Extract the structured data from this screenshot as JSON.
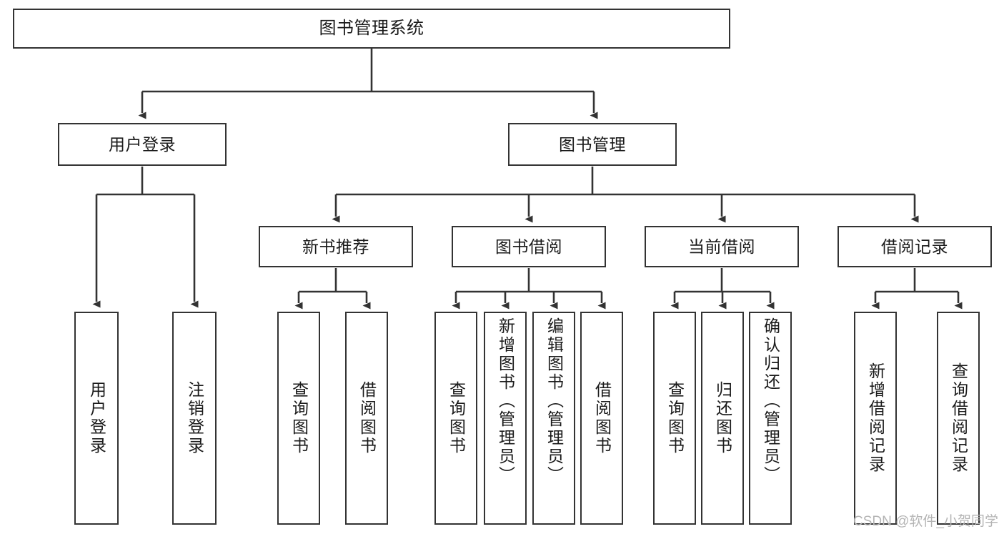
{
  "diagram": {
    "title": "图书管理系统",
    "type": "hierarchy-tree",
    "orientation": "top-down",
    "colors": {
      "box_border": "#333333",
      "box_fill": "#ffffff",
      "connector": "#333333",
      "text": "#1a1a1a",
      "watermark": "#b4b4b4"
    },
    "root": {
      "id": "root",
      "label": "图书管理系统",
      "level": 1,
      "text_orientation": "horizontal"
    },
    "level2": [
      {
        "id": "user-login",
        "label": "用户登录",
        "level": 2,
        "text_orientation": "horizontal"
      },
      {
        "id": "book-management",
        "label": "图书管理",
        "level": 2,
        "text_orientation": "horizontal"
      }
    ],
    "level3": [
      {
        "id": "new-book-recommend",
        "label": "新书推荐",
        "level": 3,
        "parent": "book-management",
        "text_orientation": "horizontal"
      },
      {
        "id": "book-borrow",
        "label": "图书借阅",
        "level": 3,
        "parent": "book-management",
        "text_orientation": "horizontal"
      },
      {
        "id": "current-borrow",
        "label": "当前借阅",
        "level": 3,
        "parent": "book-management",
        "text_orientation": "horizontal"
      },
      {
        "id": "borrow-record",
        "label": "借阅记录",
        "level": 3,
        "parent": "book-management",
        "text_orientation": "horizontal"
      }
    ],
    "leaves": [
      {
        "id": "leaf-user-login",
        "label": "用户登录",
        "parent": "user-login",
        "text_orientation": "vertical"
      },
      {
        "id": "leaf-user-logout",
        "label": "注销登录",
        "parent": "user-login",
        "text_orientation": "vertical"
      },
      {
        "id": "leaf-query-book-1",
        "label": "查询图书",
        "parent": "new-book-recommend",
        "text_orientation": "vertical"
      },
      {
        "id": "leaf-borrow-book-1",
        "label": "借阅图书",
        "parent": "new-book-recommend",
        "text_orientation": "vertical"
      },
      {
        "id": "leaf-query-book-2",
        "label": "查询图书",
        "parent": "book-borrow",
        "text_orientation": "vertical"
      },
      {
        "id": "leaf-add-book-admin",
        "label": "新增图书（管理员）",
        "parent": "book-borrow",
        "text_orientation": "vertical"
      },
      {
        "id": "leaf-edit-book-admin",
        "label": "编辑图书（管理员）",
        "parent": "book-borrow",
        "text_orientation": "vertical"
      },
      {
        "id": "leaf-borrow-book-2",
        "label": "借阅图书",
        "parent": "book-borrow",
        "text_orientation": "vertical"
      },
      {
        "id": "leaf-query-book-3",
        "label": "查询图书",
        "parent": "current-borrow",
        "text_orientation": "vertical"
      },
      {
        "id": "leaf-return-book",
        "label": "归还图书",
        "parent": "current-borrow",
        "text_orientation": "vertical"
      },
      {
        "id": "leaf-confirm-return-admin",
        "label": "确认归还（管理员）",
        "parent": "current-borrow",
        "text_orientation": "vertical"
      },
      {
        "id": "leaf-add-borrow-record",
        "label": "新增借阅记录",
        "parent": "borrow-record",
        "text_orientation": "vertical"
      },
      {
        "id": "leaf-query-borrow-record",
        "label": "查询借阅记录",
        "parent": "borrow-record",
        "text_orientation": "vertical"
      }
    ]
  },
  "watermark": {
    "text": "CSDN @软件_小贺同学"
  }
}
